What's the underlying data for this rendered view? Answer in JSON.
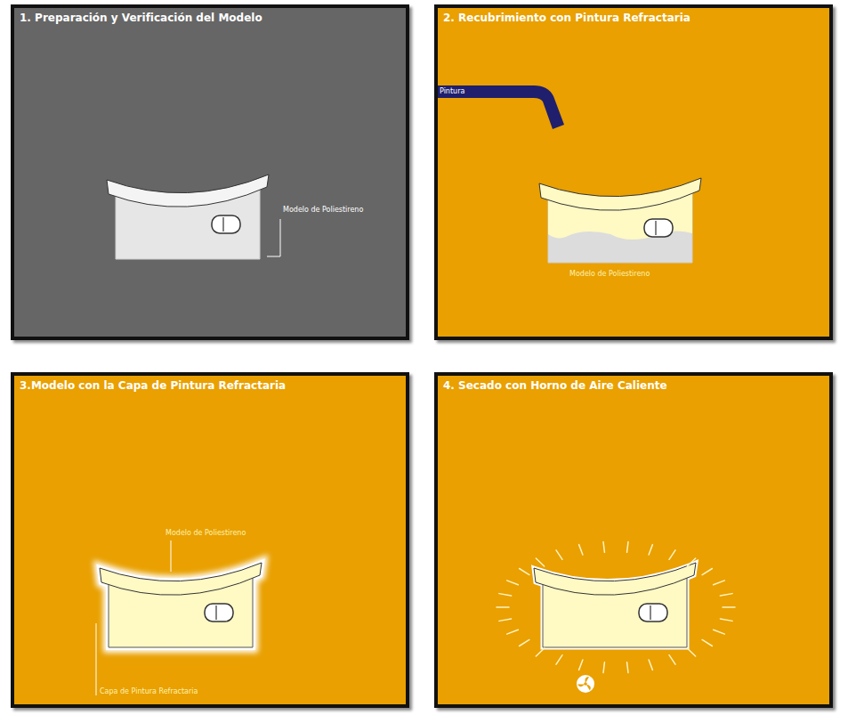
{
  "diagram": {
    "nodes": [
      {
        "text": [
          "1. Preparación y Verificación del Modelo"
        ]
      },
      {
        "text": [
          "2. Recubrimiento con Pintura Refractaria"
        ]
      },
      {
        "text": [
          "3.Modelo con la Capa de Pintura Refractaria"
        ]
      },
      {
        "text": [
          "4. Secado con Horno de Aire Caliente"
        ]
      }
    ],
    "labels": [
      "Modelo de Poliestireno",
      "Pintura",
      "Modelo de Poliestireno",
      "Modelo de Poliestireno",
      "Capa de Pintura Refractaria"
    ]
  }
}
